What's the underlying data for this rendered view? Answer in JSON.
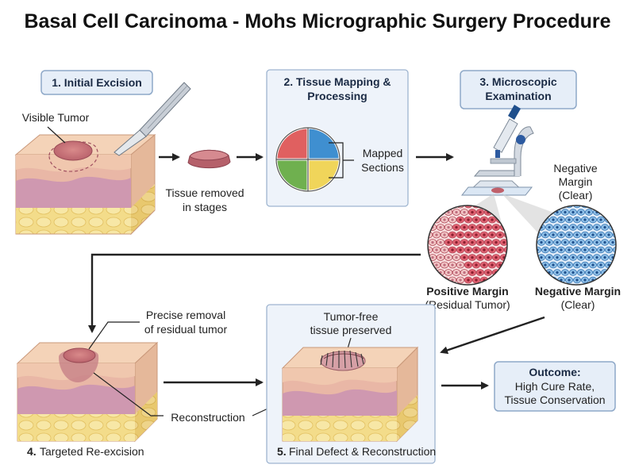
{
  "title": "Basal Cell Carcinoma - Mohs Micrographic Surgery Procedure",
  "steps": {
    "step1": "1. Initial Excision",
    "step2_line1": "2. Tissue Mapping &",
    "step2_line2": "Processing",
    "step3_line1": "3. Microscopic",
    "step3_line2": "Examination",
    "step4_num": "4.",
    "step4_text": "Targeted Re-excision",
    "step5_num": "5.",
    "step5_text": "Final Defect & Reconstruction"
  },
  "labels": {
    "visible_tumor": "Visible Tumor",
    "tissue_removed_line1": "Tissue removed",
    "tissue_removed_line2": "in stages",
    "mapped_line1": "Mapped",
    "mapped_line2": "Sections",
    "neg_top_line1": "Negative",
    "neg_top_line2": "Margin",
    "neg_top_line3": "(Clear)",
    "positive_margin": "Positive Margin",
    "residual_tumor": "(Residual Tumor)",
    "negative_margin": "Negative Margin",
    "clear": "(Clear)",
    "precise_line1": "Precise removal",
    "precise_line2": "of residual tumor",
    "reconstruction": "Reconstruction",
    "tumor_free_line1": "Tumor-free",
    "tumor_free_line2": "tissue preserved"
  },
  "outcome": {
    "heading": "Outcome:",
    "line1": "High Cure Rate,",
    "line2": "Tissue Conservation"
  },
  "colors": {
    "box_fill": "#e6eef8",
    "quad_red": "#e06060",
    "quad_blue": "#3f8fd0",
    "quad_green": "#6fb04f",
    "quad_yellow": "#f0d55a"
  }
}
